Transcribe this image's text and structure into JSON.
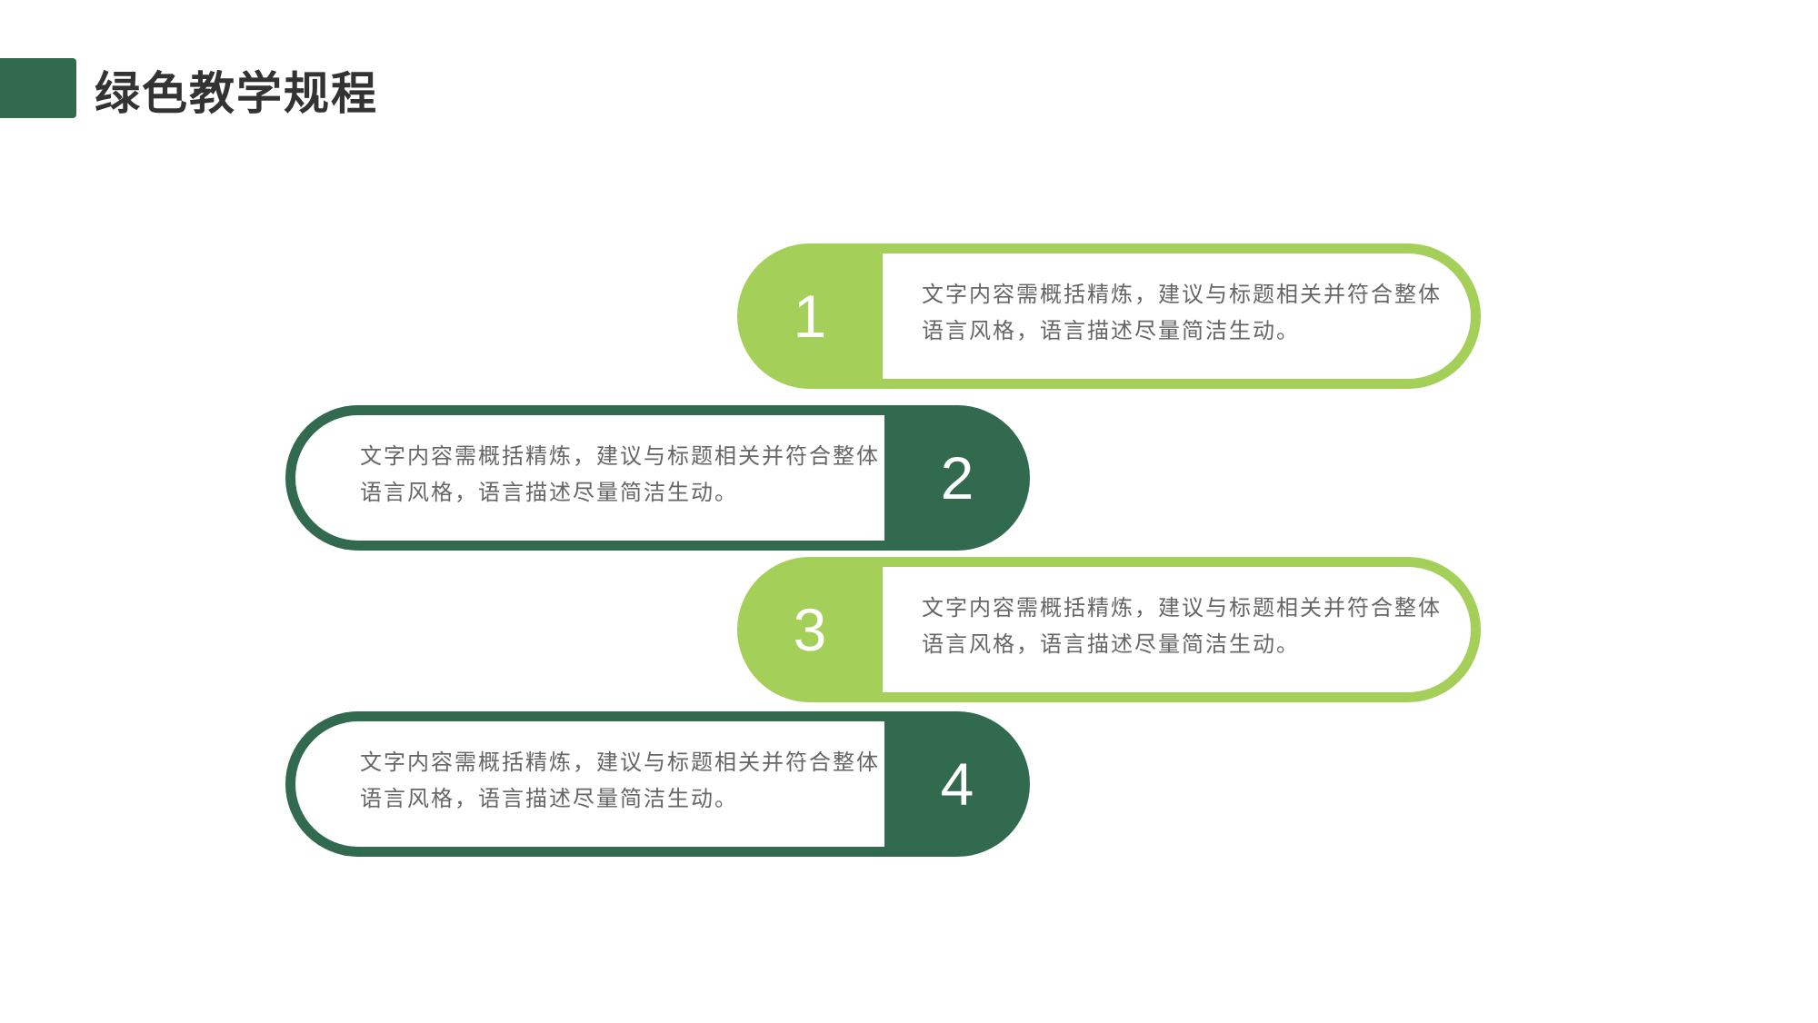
{
  "slide": {
    "title": "绿色教学规程"
  },
  "items": [
    {
      "number": "1",
      "text": "文字内容需概括精炼，建议与标题相关并符合整体语言风格，语言描述尽量简洁生动。"
    },
    {
      "number": "2",
      "text": "文字内容需概括精炼，建议与标题相关并符合整体语言风格，语言描述尽量简洁生动。"
    },
    {
      "number": "3",
      "text": "文字内容需概括精炼，建议与标题相关并符合整体语言风格，语言描述尽量简洁生动。"
    },
    {
      "number": "4",
      "text": "文字内容需概括精炼，建议与标题相关并符合整体语言风格，语言描述尽量简洁生动。"
    }
  ],
  "colors": {
    "light_green": "#a4cf58",
    "dark_green": "#316a4e",
    "title_text": "#333333",
    "body_text": "#666666"
  }
}
